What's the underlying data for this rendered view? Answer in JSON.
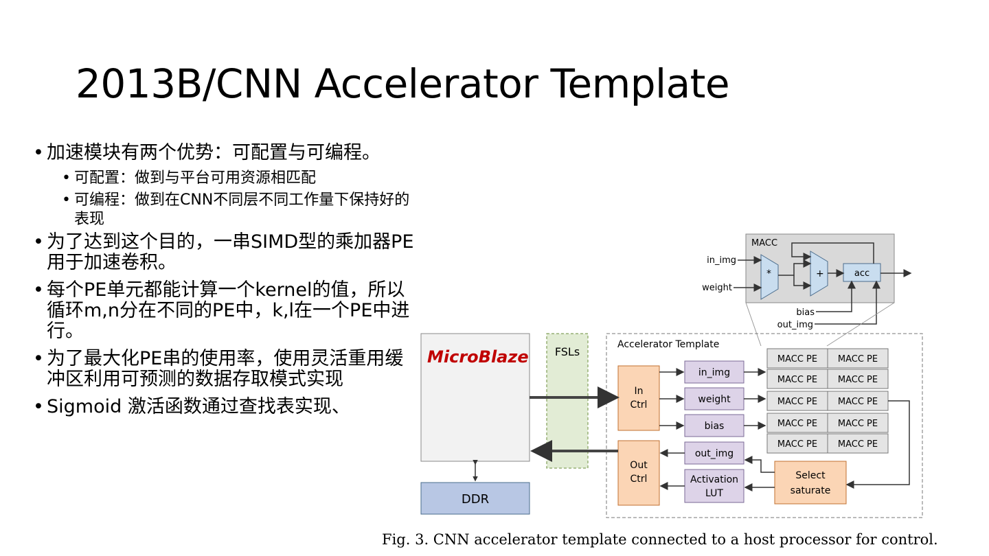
{
  "slide": {
    "title": "2013B/CNN Accelerator Template",
    "bullets": [
      {
        "text": "加速模块有两个优势：可配置与可编程。",
        "sub": [
          "可配置：做到与平台可用资源相匹配",
          "可编程：做到在CNN不同层不同工作量下保持好的表现"
        ]
      },
      {
        "text": "为了达到这个目的，一串SIMD型的乘加器PE用于加速卷积。"
      },
      {
        "text": "每个PE单元都能计算一个kernel的值，所以循环m,n分在不同的PE中，k,l在一个PE中进行。"
      },
      {
        "text": "为了最大化PE串的使用率，使用灵活重用缓冲区利用可预测的数据存取模式实现"
      },
      {
        "text": "Sigmoid 激活函数通过查找表实现、"
      }
    ]
  },
  "figure": {
    "caption": "Fig. 3.   CNN accelerator template connected to a host processor for control.",
    "macc_label": "MACC",
    "macc_in_img": "in_img",
    "macc_weight": "weight",
    "mult_symbol": "*",
    "add_symbol": "+",
    "acc_label": "acc",
    "bias_label": "bias",
    "out_img_label": "out_img",
    "microblaze": "MicroBlaze",
    "fsls": "FSLs",
    "ddr": "DDR",
    "template_label": "Accelerator Template",
    "in_ctrl": [
      "In",
      "Ctrl"
    ],
    "out_ctrl": [
      "Out",
      "Ctrl"
    ],
    "buf_in_img": "in_img",
    "buf_weight": "weight",
    "buf_bias": "bias",
    "buf_out_img": "out_img",
    "activation": [
      "Activation",
      "LUT"
    ],
    "select": [
      "Select",
      "saturate"
    ],
    "pe_label": "MACC PE",
    "colors": {
      "ctrl_fill": "#fbd5b5",
      "buffer_fill": "#ddd3e8",
      "pe_fill": "#e4e4e4",
      "fsl_fill": "#e2ecd5",
      "ddr_fill": "#b8c7e4",
      "macc_fill": "#c9ddef"
    }
  }
}
